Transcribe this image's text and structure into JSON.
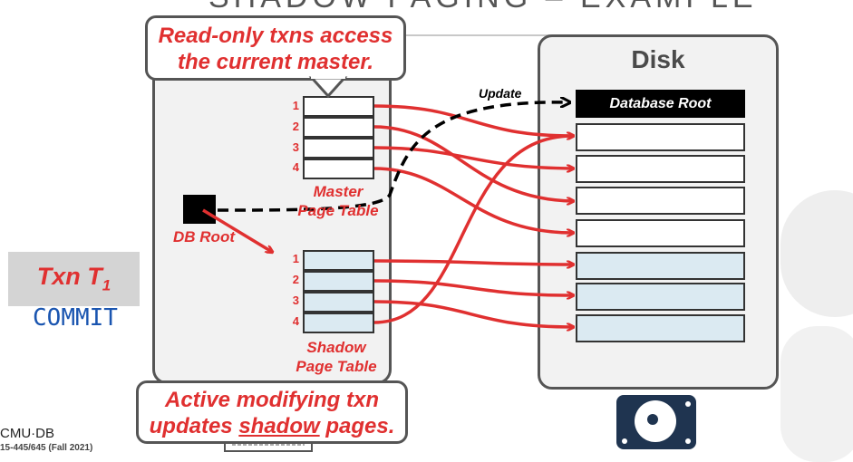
{
  "slide": {
    "title": "SHADOW PAGING – EXAMPLE"
  },
  "callouts": {
    "top": [
      "Read-only txns access",
      "the current master."
    ],
    "bottom": [
      "Active modifying txn",
      "updates shadow pages."
    ]
  },
  "memory": {
    "db_root_label": "DB Root",
    "master_table": {
      "entries": [
        "1",
        "2",
        "3",
        "4"
      ],
      "label": [
        "Master",
        "Page Table"
      ]
    },
    "shadow_table": {
      "entries": [
        "1",
        "2",
        "3",
        "4"
      ],
      "label": [
        "Shadow",
        "Page Table"
      ]
    }
  },
  "disk": {
    "title": "Disk",
    "root_page_label": "Database Root",
    "update_label": "Update"
  },
  "txn": {
    "label": "Txn T",
    "subscript": "1",
    "status": "COMMIT"
  },
  "footer": {
    "logo": "CMU·DB",
    "course": "15-445/645 (Fall 2021)"
  },
  "colors": {
    "accent_red": "#e03030",
    "shadow_fill": "#dbeaf2",
    "commit_blue": "#1a55b0"
  }
}
